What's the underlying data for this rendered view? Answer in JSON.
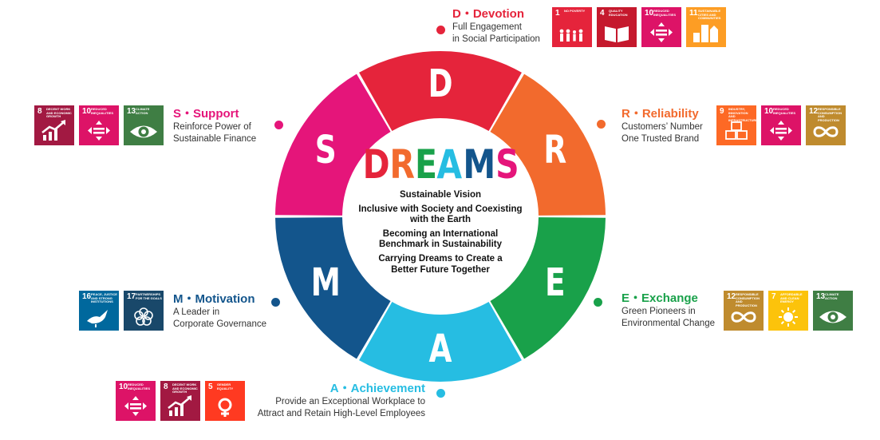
{
  "logo": {
    "letters": [
      {
        "char": "D",
        "color": "#e5243b"
      },
      {
        "char": "R",
        "color": "#f26a2d"
      },
      {
        "char": "E",
        "color": "#19a14a"
      },
      {
        "char": "A",
        "color": "#26bde2"
      },
      {
        "char": "M",
        "color": "#13558c"
      },
      {
        "char": "S",
        "color": "#e5157a"
      }
    ]
  },
  "vision": [
    "Sustainable Vision",
    "Inclusive with Society and Coexisting with the Earth",
    "Becoming an International Benchmark in Sustainability",
    "Carrying Dreams to Create a Better Future Together"
  ],
  "ring": [
    {
      "letter": "D",
      "color": "#e5243b"
    },
    {
      "letter": "R",
      "color": "#f26a2d"
    },
    {
      "letter": "E",
      "color": "#19a14a"
    },
    {
      "letter": "A",
      "color": "#26bde2"
    },
    {
      "letter": "M",
      "color": "#13558c"
    },
    {
      "letter": "S",
      "color": "#e5157a"
    }
  ],
  "pillars": {
    "d": {
      "title": "D・Devotion",
      "line1": "Full Engagement",
      "line2": "in Social Participation",
      "color": "#e5243b"
    },
    "r": {
      "title": "R・Reliability",
      "line1": "Customers’ Number",
      "line2": "One Trusted Brand",
      "color": "#f26a2d"
    },
    "e": {
      "title": "E・Exchange",
      "line1": "Green Pioneers in",
      "line2": "Environmental Change",
      "color": "#19a14a"
    },
    "a": {
      "title": "A・Achievement",
      "line1": "Provide an Exceptional Workplace to",
      "line2": "Attract and Retain High-Level Employees",
      "color": "#26bde2"
    },
    "m": {
      "title": "M・Motivation",
      "line1": "A Leader in",
      "line2": "Corporate Governance",
      "color": "#13558c"
    },
    "s": {
      "title": "S・Support",
      "line1": "Reinforce Power of",
      "line2": "Sustainable Finance",
      "color": "#e5157a"
    }
  },
  "sdgs": {
    "d": [
      {
        "num": "1",
        "label": "No Poverty",
        "color": "#e5243b",
        "icon": "people-icon"
      },
      {
        "num": "4",
        "label": "Quality Education",
        "color": "#c5192d",
        "icon": "book-icon"
      },
      {
        "num": "10",
        "label": "Reduced Inequalities",
        "color": "#dd1367",
        "icon": "equality-icon"
      },
      {
        "num": "11",
        "label": "Sustainable Cities and Communities",
        "color": "#fd9d24",
        "icon": "city-icon"
      }
    ],
    "r": [
      {
        "num": "9",
        "label": "Industry, Innovation and Infrastructure",
        "color": "#fd6925",
        "icon": "cubes-icon"
      },
      {
        "num": "10",
        "label": "Reduced Inequalities",
        "color": "#dd1367",
        "icon": "equality-icon"
      },
      {
        "num": "12",
        "label": "Responsible Consumption and Production",
        "color": "#bf8b2e",
        "icon": "infinity-icon"
      }
    ],
    "e": [
      {
        "num": "12",
        "label": "Responsible Consumption and Production",
        "color": "#bf8b2e",
        "icon": "infinity-icon"
      },
      {
        "num": "7",
        "label": "Affordable and Clean Energy",
        "color": "#fcc30b",
        "icon": "sun-icon"
      },
      {
        "num": "13",
        "label": "Climate Action",
        "color": "#3f7e44",
        "icon": "eye-globe-icon"
      }
    ],
    "a": [
      {
        "num": "10",
        "label": "Reduced Inequalities",
        "color": "#dd1367",
        "icon": "equality-icon"
      },
      {
        "num": "8",
        "label": "Decent Work and Economic Growth",
        "color": "#a21942",
        "icon": "growth-icon"
      },
      {
        "num": "5",
        "label": "Gender Equality",
        "color": "#ff3a21",
        "icon": "gender-icon"
      }
    ],
    "m": [
      {
        "num": "16",
        "label": "Peace, Justice and Strong Institutions",
        "color": "#00689d",
        "icon": "dove-icon"
      },
      {
        "num": "17",
        "label": "Partnerships for the Goals",
        "color": "#19486a",
        "icon": "rings-icon"
      }
    ],
    "s": [
      {
        "num": "8",
        "label": "Decent Work and Economic Growth",
        "color": "#a21942",
        "icon": "growth-icon"
      },
      {
        "num": "10",
        "label": "Reduced Inequalities",
        "color": "#dd1367",
        "icon": "equality-icon"
      },
      {
        "num": "13",
        "label": "Climate Action",
        "color": "#3f7e44",
        "icon": "eye-globe-icon"
      }
    ]
  }
}
